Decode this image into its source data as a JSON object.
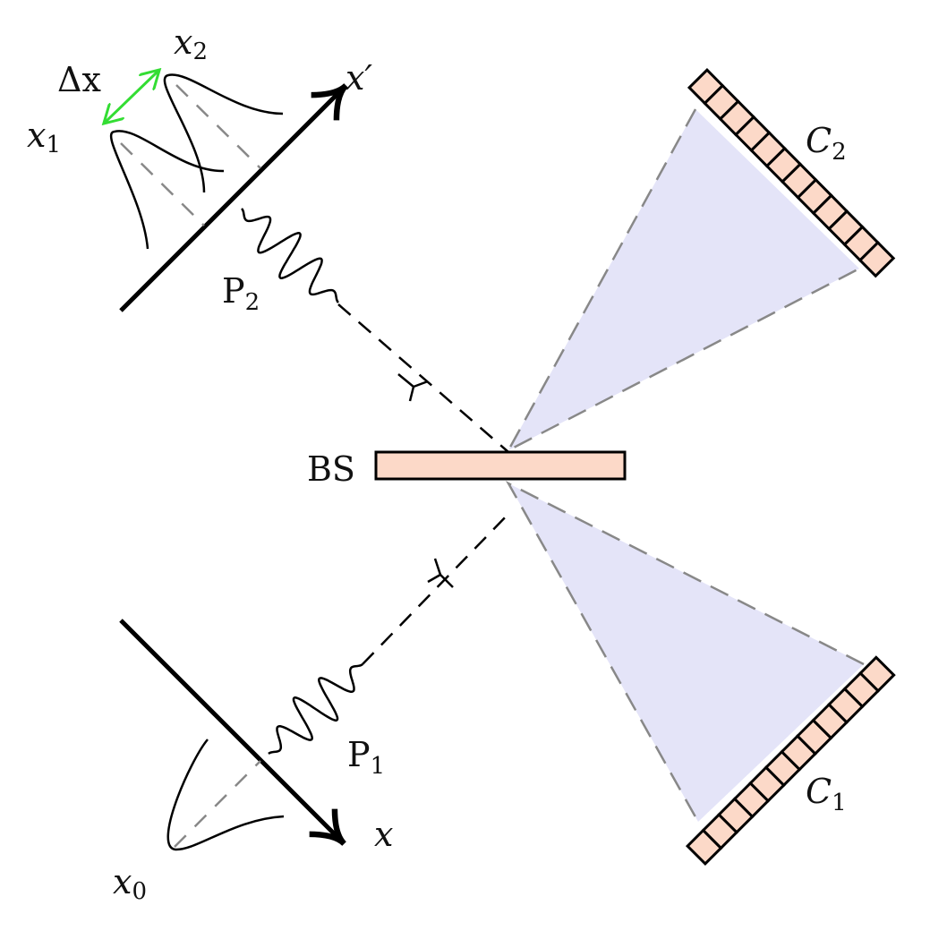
{
  "labels": {
    "delta_x": "Δx",
    "x1": "x",
    "x1_sub": "1",
    "x2": "x",
    "x2_sub": "2",
    "x_prime": "x′",
    "p2": "P",
    "p2_sub": "2",
    "bs": "BS",
    "c2": "C",
    "c2_sub": "2",
    "p1": "P",
    "p1_sub": "1",
    "c1": "C",
    "c1_sub": "1",
    "x": "x",
    "x0": "x",
    "x0_sub": "0"
  },
  "colors": {
    "detector_fill": "#fcd9c8",
    "cone_fill": "#e4e4f8",
    "delta_arrow": "#33dd33",
    "dash": "#888888"
  },
  "detector_cells": 12
}
